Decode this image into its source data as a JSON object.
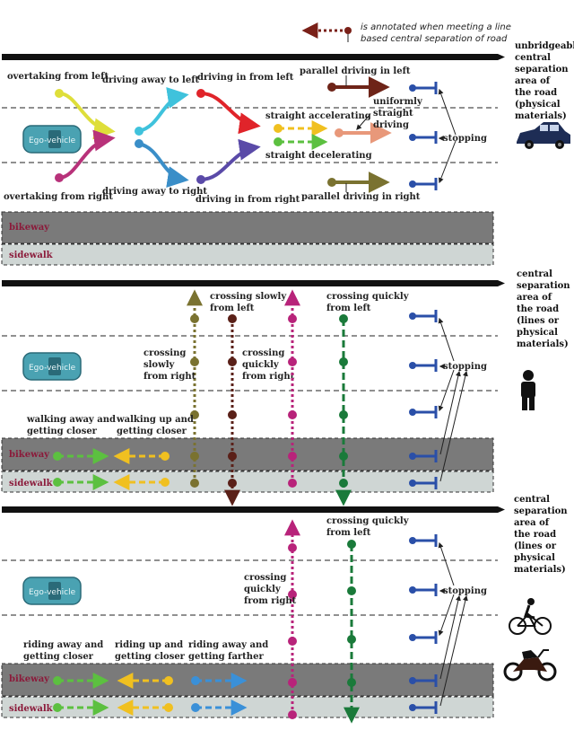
{
  "legend": {
    "annotation": [
      "is annotated when meeting a line",
      "based central separation of road"
    ]
  },
  "common": {
    "ego_vehicle": "Ego-vehicle",
    "bikeway": "bikeway",
    "sidewalk": "sidewalk",
    "stopping": "stopping"
  },
  "panel_vehicle": {
    "side_label": [
      "unbridgeable",
      "central",
      "separation",
      "area of",
      "the road",
      "(physical",
      "materials)"
    ],
    "overtaking_left": "overtaking from left",
    "overtaking_right": "overtaking from right",
    "away_left": "driving away to left",
    "away_right": "driving away to right",
    "in_left": "driving in from left",
    "in_right": "driving in from right",
    "straight_acc": "straight accelerating",
    "straight_dec": "straight decelerating",
    "uniform": [
      "uniformly",
      "straight",
      "driving"
    ],
    "parallel_left": "parallel driving in left",
    "parallel_right": "parallel driving in right"
  },
  "panel_pedestrian": {
    "side_label": [
      "central",
      "separation",
      "area of",
      "the road",
      "(lines or",
      "physical",
      "materials)"
    ],
    "crossing_slowly_left": [
      "crossing slowly",
      "from left"
    ],
    "crossing_quickly_left": [
      "crossing quickly",
      "from left"
    ],
    "crossing_slowly_right": [
      "crossing",
      "slowly",
      "from right"
    ],
    "crossing_quickly_right": [
      "crossing",
      "quickly",
      "from right"
    ],
    "walking_away": [
      "walking away and",
      "getting closer"
    ],
    "walking_up": [
      "walking up and",
      "getting closer"
    ]
  },
  "panel_cyclist": {
    "side_label": [
      "central",
      "separation",
      "area of",
      "the road",
      "(lines or",
      "physical",
      "materials)"
    ],
    "crossing_quickly_left": [
      "crossing quickly",
      "from left"
    ],
    "crossing_quickly_right": [
      "crossing",
      "quickly",
      "from right"
    ],
    "riding_away_closer": [
      "riding away and",
      "getting closer"
    ],
    "riding_up_closer": [
      "riding up and",
      "getting closer"
    ],
    "riding_away_farther": [
      "riding away and",
      "getting farther"
    ]
  },
  "colors": {
    "yellow": "#dede3a",
    "magenta": "#b8327a",
    "cyan": "#3fc2dc",
    "blue_curve": "#3a8ec8",
    "red": "#e0242a",
    "indigo": "#5a4aa8",
    "orange": "#f0c020",
    "green": "#5cc040",
    "peach": "#e8987a",
    "maroon": "#6e2418",
    "olive": "#7a7230",
    "stop_blue": "#2a4fa8",
    "dark_green": "#1a7a3a",
    "crimson": "#b8237a",
    "brown": "#5a2018",
    "light_blue": "#3a90d8",
    "bikeway": "#7a7a7a",
    "sidewalk": "#cfd6d4"
  }
}
